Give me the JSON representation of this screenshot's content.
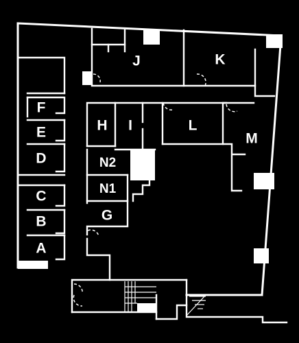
{
  "rooms": {
    "a": "A",
    "b": "B",
    "c": "C",
    "d": "D",
    "e": "E",
    "f": "F",
    "g": "G",
    "h": "H",
    "i": "I",
    "j": "J",
    "k": "K",
    "l": "L",
    "m": "M",
    "n1": "N1",
    "n2": "N2"
  },
  "colors": {
    "background": "#000000",
    "lines": "#ffffff"
  }
}
